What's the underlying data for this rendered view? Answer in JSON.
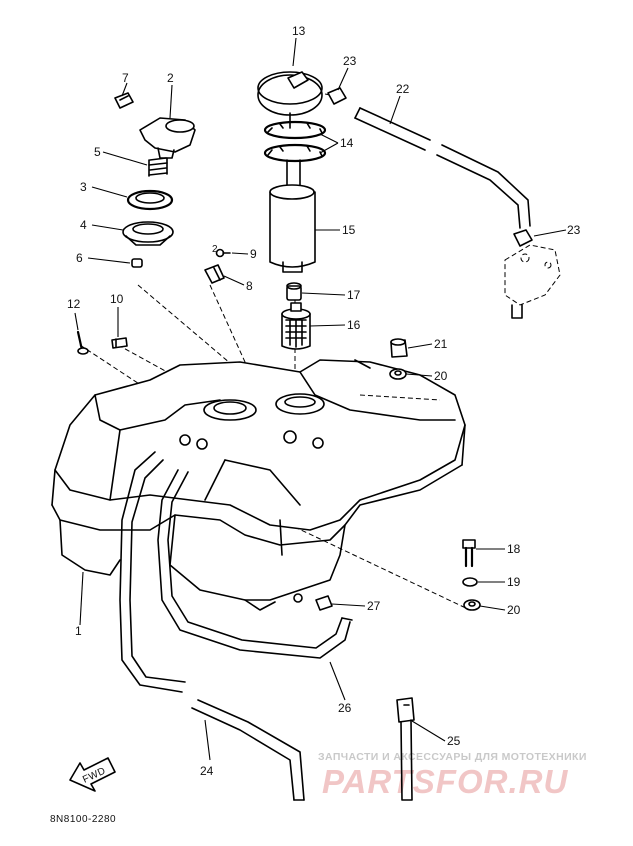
{
  "diagram": {
    "callouts": {
      "n1": "1",
      "n2a": "2",
      "n2b": "2",
      "n3": "3",
      "n4": "4",
      "n5": "5",
      "n6": "6",
      "n7": "7",
      "n8": "8",
      "n9": "9",
      "n10": "10",
      "n12": "12",
      "n13": "13",
      "n14": "14",
      "n15": "15",
      "n16": "16",
      "n17": "17",
      "n18": "18",
      "n19": "19",
      "n20a": "20",
      "n20b": "20",
      "n21": "21",
      "n22": "22",
      "n23a": "23",
      "n23b": "23",
      "n24": "24",
      "n25": "25",
      "n26": "26",
      "n27": "27"
    },
    "fwd_label": "FWD",
    "drawing_code": "8N8100-2280"
  },
  "watermark": {
    "tagline": "ЗАПЧАСТИ И АКСЕССУАРЫ ДЛЯ МОТОТЕХНИКИ",
    "brand": "PARTSFOR.RU"
  }
}
